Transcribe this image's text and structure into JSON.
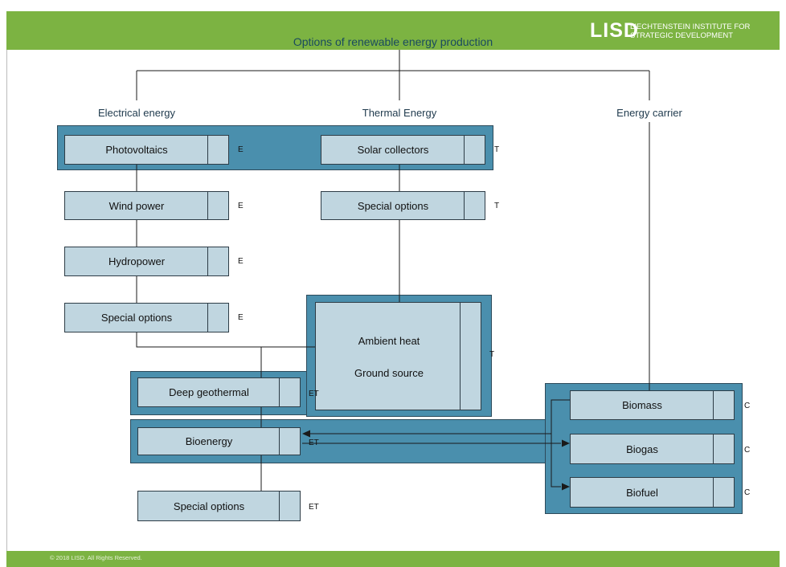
{
  "header": {
    "title": "Options of renewable energy production",
    "logo_mark": "LISD",
    "logo_line1": "LIECHTENSTEIN INSTITUTE FOR",
    "logo_line2": "STRATEGIC DEVELOPMENT"
  },
  "categories": {
    "electrical": "Electrical energy",
    "thermal": "Thermal Energy",
    "carrier": "Energy carrier"
  },
  "nodes": {
    "photovoltaics": "Photovoltaics",
    "wind_power": "Wind power",
    "hydropower": "Hydropower",
    "special_e": "Special options",
    "solar_collectors": "Solar collectors",
    "special_t": "Special options",
    "ambient_heat": "Ambient heat",
    "ground_source": "Ground source",
    "deep_geothermal": "Deep geothermal",
    "bioenergy": "Bioenergy",
    "special_et": "Special options",
    "biomass": "Biomass",
    "biogas": "Biogas",
    "biofuel": "Biofuel"
  },
  "tags": {
    "photovoltaics": "E",
    "wind_power": "E",
    "hydropower": "E",
    "special_e": "E",
    "solar_collectors": "T",
    "special_t": "T",
    "ambient": "T",
    "deep_geothermal": "ET",
    "bioenergy": "ET",
    "special_et": "ET",
    "biomass": "C",
    "biogas": "C",
    "biofuel": "C"
  },
  "footer": {
    "copyright": "© 2018 LISD. All Rights Reserved."
  },
  "colors": {
    "green_bar": "#7cb342",
    "group_fill": "#4a8fad",
    "node_fill": "#c0d6e0"
  }
}
